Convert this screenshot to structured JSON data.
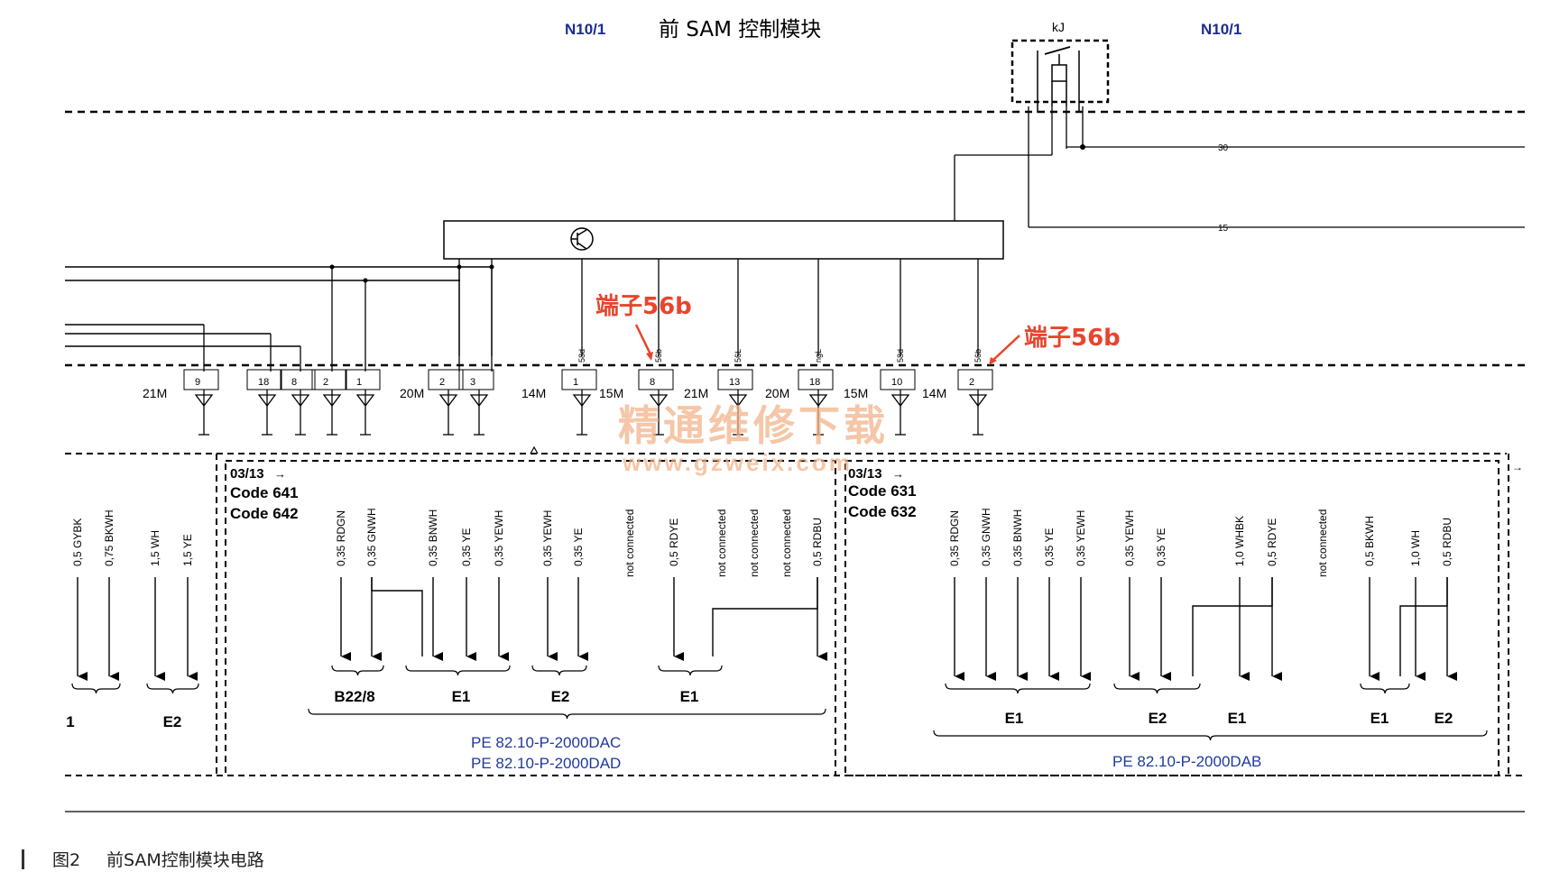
{
  "header": {
    "module_id_left": "N10/1",
    "module_title": "前 SAM 控制模块",
    "relay_label": "kJ",
    "module_id_right": "N10/1"
  },
  "power_lines": {
    "line_30": "30",
    "line_15": "15"
  },
  "annotations": {
    "terminal_56b_a": "端子56b",
    "terminal_56b_b": "端子56b"
  },
  "connectors": [
    "21M",
    "20M",
    "14M",
    "15M",
    "21M",
    "20M",
    "15M",
    "14M"
  ],
  "pins": [
    "9",
    "18",
    "8",
    "2",
    "1",
    "2",
    "3",
    "1",
    "8",
    "13",
    "18",
    "10",
    "2"
  ],
  "pin_signals": [
    "58d",
    "56b",
    "56L",
    "ngL",
    "58d",
    "56b"
  ],
  "code_blocks": {
    "left": {
      "date": "03/13",
      "arrow": "→",
      "code1": "Code 641",
      "code2": "Code 642"
    },
    "right": {
      "date": "03/13",
      "arrow": "→",
      "code1": "Code 631",
      "code2": "Code 632"
    }
  },
  "wires": {
    "left": [
      "0,5 GYBK",
      "0,75 BKWH",
      "1,5 WH",
      "1,5 YE"
    ],
    "middle": [
      "0,35 RDGN",
      "0,35 GNWH",
      "0,35 BNWH",
      "0,35 YE",
      "0,35 YEWH",
      "0,35 YEWH",
      "0,35 YE",
      "not connected",
      "0,5 RDYE",
      "not connected",
      "not connected",
      "not connected",
      "0,5 RDBU"
    ],
    "right": [
      "0,35 RDGN",
      "0,35 GNWH",
      "0,35 BNWH",
      "0,35 YE",
      "0,35 YEWH",
      "0,35 YEWH",
      "0,35 YE",
      "1,0 WHBK",
      "0,5 RDYE",
      "not connected",
      "0,5 BKWH",
      "1,0 WH",
      "0,5 RDBU"
    ]
  },
  "groups": {
    "left": [
      "1",
      "E2"
    ],
    "middle": [
      "B22/8",
      "E1",
      "E2",
      "E1"
    ],
    "right": [
      "E1",
      "E2",
      "E1",
      "E1",
      "E2"
    ]
  },
  "pe_refs": {
    "middle_1": "PE 82.10-P-2000DAC",
    "middle_2": "PE 82.10-P-2000DAD",
    "right": "PE 82.10-P-2000DAB"
  },
  "watermark": {
    "text": "精通维修下载",
    "url": "www.gzweix.com"
  },
  "caption": {
    "figure": "图2",
    "title": "前SAM控制模块电路"
  }
}
